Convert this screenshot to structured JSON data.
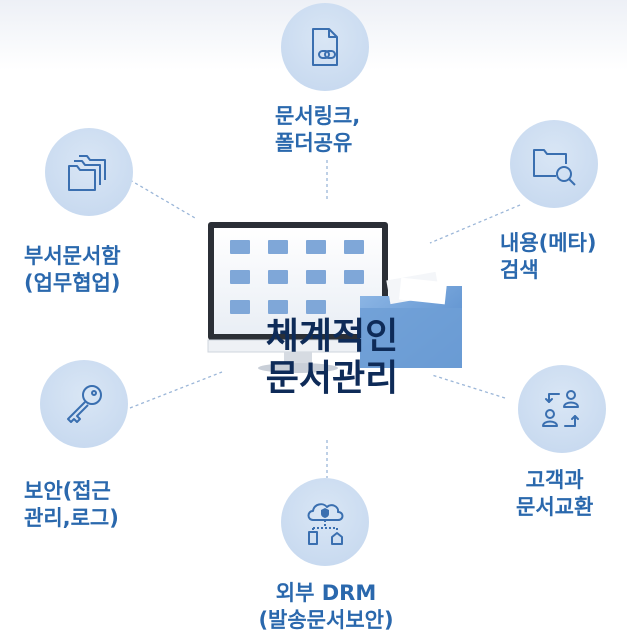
{
  "center": {
    "title_line1": "체계적인",
    "title_line2": "문서관리"
  },
  "nodes": {
    "top": {
      "icon": "document-link-icon",
      "line1": "문서링크,",
      "line2": "폴더공유"
    },
    "top_left": {
      "icon": "folders-icon",
      "line1": "부서문서함",
      "line2": "(업무협업)"
    },
    "top_right": {
      "icon": "folder-search-icon",
      "line1": "내용(메타)",
      "line2": "검색"
    },
    "bottom_left": {
      "icon": "key-icon",
      "line1": "보안(접근",
      "line2": "관리,로그)"
    },
    "bottom_right": {
      "icon": "user-exchange-icon",
      "line1": "고객과",
      "line2": "문서교환"
    },
    "bottom": {
      "icon": "cloud-network-icon",
      "line1": "외부 DRM",
      "line2": "(발송문서보안)"
    }
  },
  "colors": {
    "label": "#2a68ad",
    "icon_stroke": "#3a6fb0",
    "circle_fill": "#c9dbf0",
    "center_text": "#0e2b58"
  }
}
